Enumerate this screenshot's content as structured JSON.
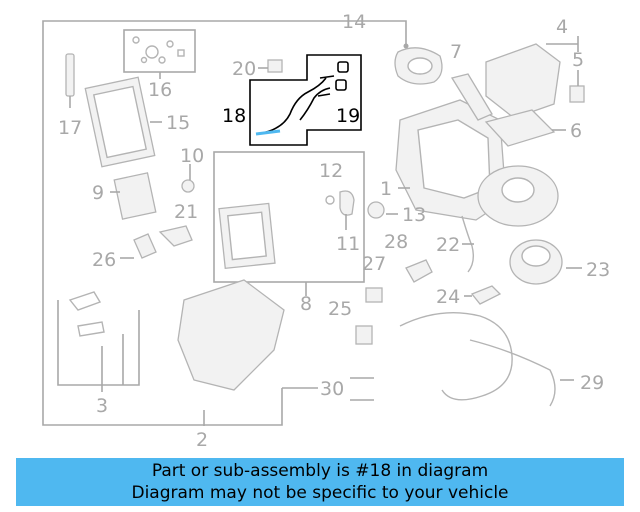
{
  "callouts": {
    "c1": "1",
    "c2": "2",
    "c3": "3",
    "c4": "4",
    "c5": "5",
    "c6": "6",
    "c7": "7",
    "c8": "8",
    "c9": "9",
    "c10": "10",
    "c11": "11",
    "c12": "12",
    "c13": "13",
    "c14": "14",
    "c15": "15",
    "c16": "16",
    "c17": "17",
    "c18": "18",
    "c19": "19",
    "c20": "20",
    "c21": "21",
    "c22": "22",
    "c23": "23",
    "c24": "24",
    "c25": "25",
    "c26": "26",
    "c27": "27",
    "c28": "28",
    "c29": "29",
    "c30": "30"
  },
  "highlight_part": "18",
  "colors": {
    "banner": "#4fb8f0",
    "callout": "#a8a8a8",
    "highlight": "#000000"
  },
  "banner": {
    "line1": "Part or sub-assembly is #18 in diagram",
    "line2": "Diagram may not be specific to your vehicle"
  }
}
